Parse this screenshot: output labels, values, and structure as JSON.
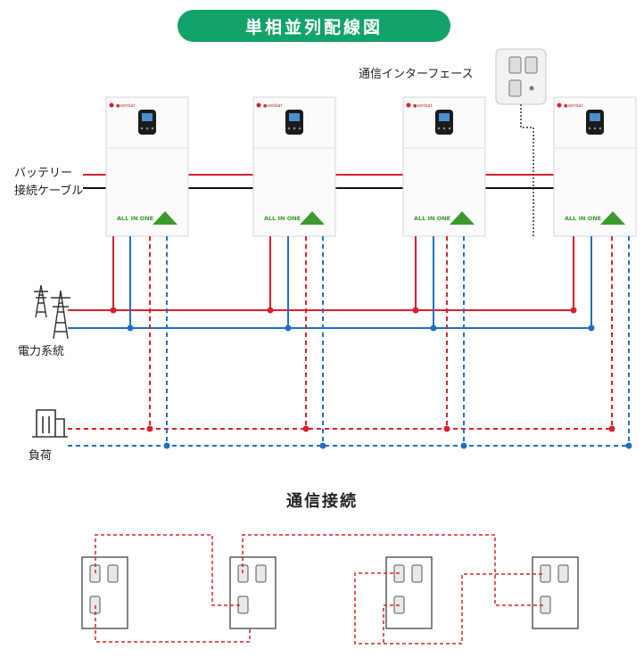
{
  "title": "単相並列配線図",
  "labels": {
    "comm_interface": "通信インターフェース",
    "battery_cable_line1": "バッテリー",
    "battery_cable_line2": "接続ケーブル",
    "grid": "電力系統",
    "load": "負荷",
    "comm_section": "通信接続"
  },
  "inverter": {
    "brand": "●senbat",
    "logo_text": "ALL IN ONE",
    "count": 4
  },
  "icons": {
    "grid": "transmission-tower-icon",
    "load": "building-icon",
    "comm_port": "db9-port-icon"
  },
  "colors": {
    "title_bg": "#12a36b",
    "live": "#d9202c",
    "neutral": "#1f6fc5",
    "battery_black": "#111111",
    "comm_dashed": "#d9202c"
  }
}
